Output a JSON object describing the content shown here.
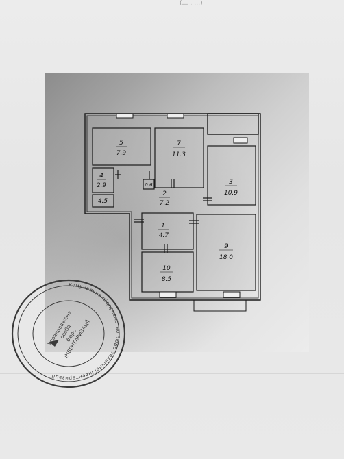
{
  "document": {
    "top_fragment": "(… . …)",
    "kind": "floor-plan"
  },
  "rooms": [
    {
      "number": "5",
      "area": "7.9"
    },
    {
      "number": "7",
      "area": "11.3"
    },
    {
      "number": "4",
      "area": "2.9"
    },
    {
      "number": "",
      "area": "4.5"
    },
    {
      "number": "",
      "area": "0.6"
    },
    {
      "number": "3",
      "area": "10.9"
    },
    {
      "number": "2",
      "area": "7.2"
    },
    {
      "number": "1",
      "area": "4.7"
    },
    {
      "number": "9",
      "area": "18.0"
    },
    {
      "number": "10",
      "area": "8.5"
    }
  ],
  "stamp": {
    "lines": [
      "Уповноважена",
      "особа",
      "бюро",
      "ІНВЕНТАРИЗАЦІЇ"
    ],
    "ring_text": "Комунальне підприємство бюро технічної інвентаризації"
  },
  "colors": {
    "wall": "#1a1a1a",
    "room_fill": "#cfcfcf",
    "stamp_ink": "#3a3a3a"
  }
}
